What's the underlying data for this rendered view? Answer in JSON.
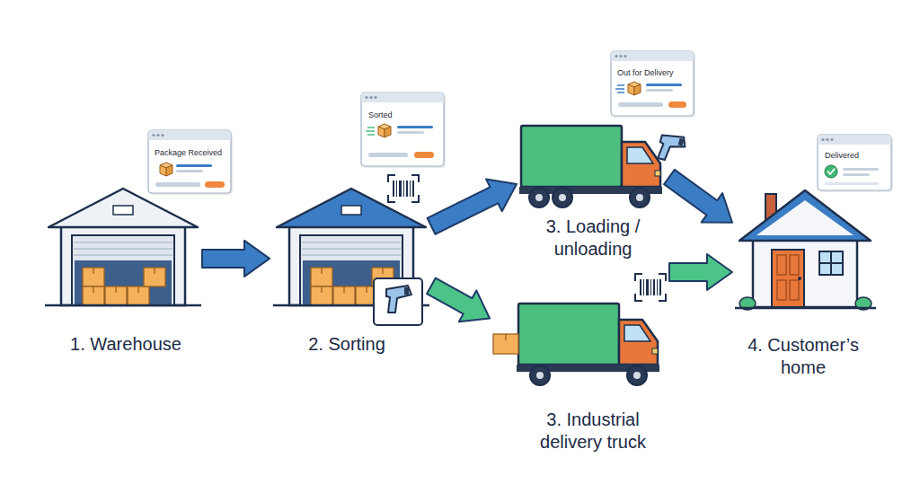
{
  "diagram": {
    "nodes": [
      {
        "text": [
          "Package Received"
        ]
      },
      {
        "text": [
          "1. Warehouse"
        ]
      },
      {
        "text": [
          "Sorted"
        ]
      },
      {
        "text": [
          "2. Sorting"
        ]
      },
      {
        "text": [
          "Out for Delivery"
        ]
      },
      {
        "text": [
          "3. Loading / unloading"
        ]
      },
      {
        "text": [
          "3. Industrial delivery truck"
        ]
      },
      {
        "text": [
          "Delivered"
        ]
      },
      {
        "text": [
          "4. Customer’s home"
        ]
      }
    ],
    "edges": [
      {
        "from": 1,
        "to": 3,
        "arrow": "to"
      },
      {
        "from": 3,
        "to": 5,
        "arrow": "to"
      },
      {
        "from": 3,
        "to": 6,
        "arrow": "to"
      },
      {
        "from": 5,
        "to": 8,
        "arrow": "to"
      },
      {
        "from": 6,
        "to": 8,
        "arrow": "to"
      }
    ]
  }
}
